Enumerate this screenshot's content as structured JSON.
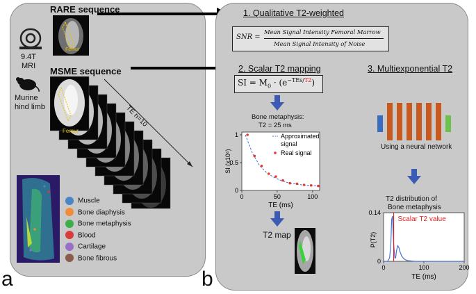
{
  "panel_a": {
    "letter": "a",
    "rare_title": "RARE sequence",
    "msme_title": "MSME sequence",
    "scanner_label_1": "9.4T",
    "scanner_label_2": "MRI",
    "mouse_label_1": "Murine",
    "mouse_label_2": "hind limb",
    "femur_label_rare": "Femur",
    "femur_label_msme": "Femur",
    "te_label": "TE n=10",
    "legend": [
      {
        "label": "Muscle",
        "color": "#4a86c5"
      },
      {
        "label": "Bone diaphysis",
        "color": "#f08c3a"
      },
      {
        "label": "Bone metaphysis",
        "color": "#3fae49"
      },
      {
        "label": "Blood",
        "color": "#d93a3a"
      },
      {
        "label": "Cartilage",
        "color": "#9a6fc8"
      },
      {
        "label": "Bone fibrous",
        "color": "#8a5a4a"
      }
    ]
  },
  "panel_b": {
    "letter": "b",
    "step1_title": "1. Qualitative T2-weighted",
    "snr_lhs": "SNR =",
    "snr_numerator": "Mean Signal Intensity Femoral Marrow",
    "snr_denominator": "Mean Signal Intensity of Noise",
    "step2_title": "2. Scalar T2 mapping",
    "t2_formula_left": "SI = M",
    "t2_formula_sub": "0",
    "t2_formula_mid": " · (e",
    "t2_formula_exp": "−TEs/",
    "t2_formula_t2": "T2",
    "t2_formula_close": ")",
    "bone_meta_1": "Bone metaphysis:",
    "bone_meta_2": "T2 = 25 ms",
    "t2map_label": "T2 map",
    "step3_title": "3. Multiexponential T2",
    "nn_label": "Using a neural network",
    "dist_label_1": "T2 distribution of",
    "dist_label_2": "Bone metaphysis"
  },
  "chart_data": [
    {
      "type": "scatter",
      "xlabel": "TE (ms)",
      "ylabel": "SI (x10⁶)",
      "xlim": [
        0,
        110
      ],
      "ylim": [
        0,
        1.05
      ],
      "xticks": [
        0,
        50,
        100
      ],
      "yticks": [
        0,
        0.5,
        1
      ],
      "legend_position": "top-right",
      "series": [
        {
          "name": "Approximated signal",
          "style": "dashed-line",
          "color": "#4a6fd0",
          "x": [
            5,
            15,
            25,
            35,
            45,
            55,
            65,
            75,
            85,
            95,
            105,
            110
          ],
          "y": [
            1.0,
            0.67,
            0.45,
            0.32,
            0.24,
            0.18,
            0.14,
            0.12,
            0.1,
            0.09,
            0.085,
            0.08
          ]
        },
        {
          "name": "Real signal",
          "style": "points",
          "color": "#e03a2a",
          "x": [
            8,
            18,
            28,
            38,
            48,
            58,
            68,
            78,
            88,
            98,
            108
          ],
          "y": [
            1.0,
            0.62,
            0.44,
            0.3,
            0.25,
            0.18,
            0.13,
            0.12,
            0.1,
            0.09,
            0.08
          ]
        }
      ]
    },
    {
      "type": "line",
      "xlabel": "TE (ms)",
      "ylabel": "P(T2)",
      "xlim": [
        0,
        200
      ],
      "ylim": [
        0,
        0.14
      ],
      "xticks": [
        0,
        100,
        200
      ],
      "yticks": [
        0,
        0.14
      ],
      "annotation": "Scalar T2 value",
      "scalar_t2": 25,
      "series": [
        {
          "color": "#4a6fd0",
          "x": [
            0,
            10,
            15,
            18,
            20,
            22,
            25,
            28,
            30,
            32,
            35,
            38,
            40,
            45,
            50,
            55,
            60,
            70,
            80,
            100,
            150,
            200
          ],
          "y": [
            0,
            0,
            0.01,
            0.05,
            0.12,
            0.13,
            0.05,
            0.01,
            0.01,
            0.03,
            0.045,
            0.04,
            0.03,
            0.015,
            0.008,
            0.004,
            0.002,
            0.001,
            0,
            0,
            0,
            0
          ]
        }
      ]
    }
  ]
}
